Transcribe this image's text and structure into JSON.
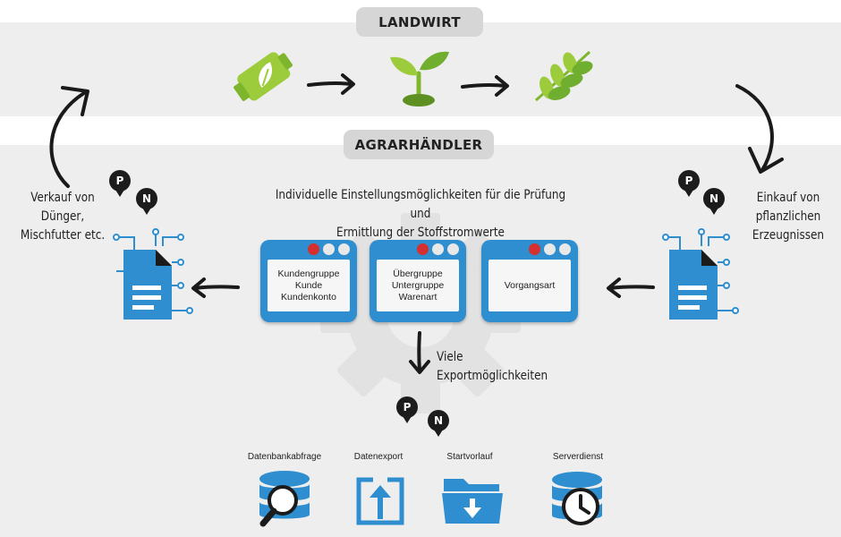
{
  "sections": {
    "top_label": "LANDWIRT",
    "main_label": "AGRARHÄNDLER"
  },
  "notes": {
    "left": [
      "Verkauf von",
      "Dünger,",
      "Mischfutter etc."
    ],
    "right": [
      "Einkauf von",
      "pflanzlichen",
      "Erzeugnissen"
    ],
    "center": [
      "Individuelle Einstellungsmöglichkeiten für die Prüfung und",
      "Ermittlung der Stoffstromwerte"
    ],
    "export": [
      "Viele",
      "Exportmöglichkeiten"
    ]
  },
  "badges": {
    "p": "P",
    "n": "N"
  },
  "windows": [
    {
      "lines": [
        "Kundengruppe",
        "Kunde",
        "Kundenkonto"
      ]
    },
    {
      "lines": [
        "Übergruppe",
        "Untergruppe",
        "Warenart"
      ]
    },
    {
      "lines": [
        "Vorgangsart"
      ]
    }
  ],
  "export_options": [
    {
      "label": "Datenbankabfrage",
      "icon": "database-search-icon"
    },
    {
      "label": "Datenexport",
      "icon": "export-icon"
    },
    {
      "label": "Startvorlauf",
      "icon": "folder-download-icon"
    },
    {
      "label": "Serverdienst",
      "icon": "database-clock-icon"
    }
  ],
  "icons": [
    "fertilizer-bottle-icon",
    "seedling-icon",
    "crop-leaves-icon",
    "document-network-icon",
    "gear-icon",
    "arrow-icon"
  ],
  "colors": {
    "band": "#eeeeee",
    "pill": "#d6d6d6",
    "accent_blue": "#2e8ecf",
    "green_light": "#9ccc3c",
    "green_dark": "#6fae2e",
    "red_dot": "#d62f2f",
    "badge": "#1c1c1c"
  }
}
